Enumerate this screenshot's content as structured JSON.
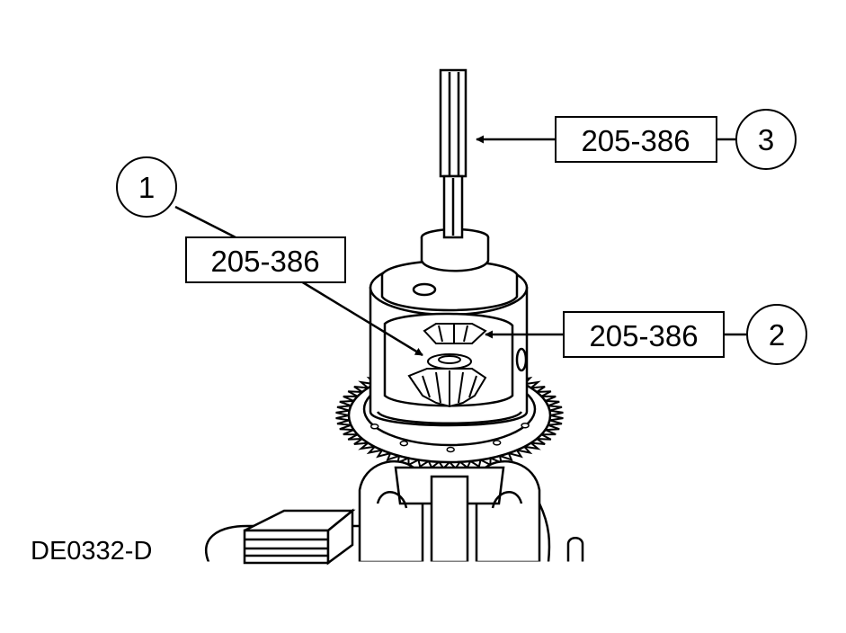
{
  "callouts": [
    {
      "number": "1",
      "tool": "205-386"
    },
    {
      "number": "2",
      "tool": "205-386"
    },
    {
      "number": "3",
      "tool": "205-386"
    }
  ],
  "figure_code": "DE0332-D",
  "colors": {
    "line": "#000000",
    "background": "#ffffff"
  }
}
